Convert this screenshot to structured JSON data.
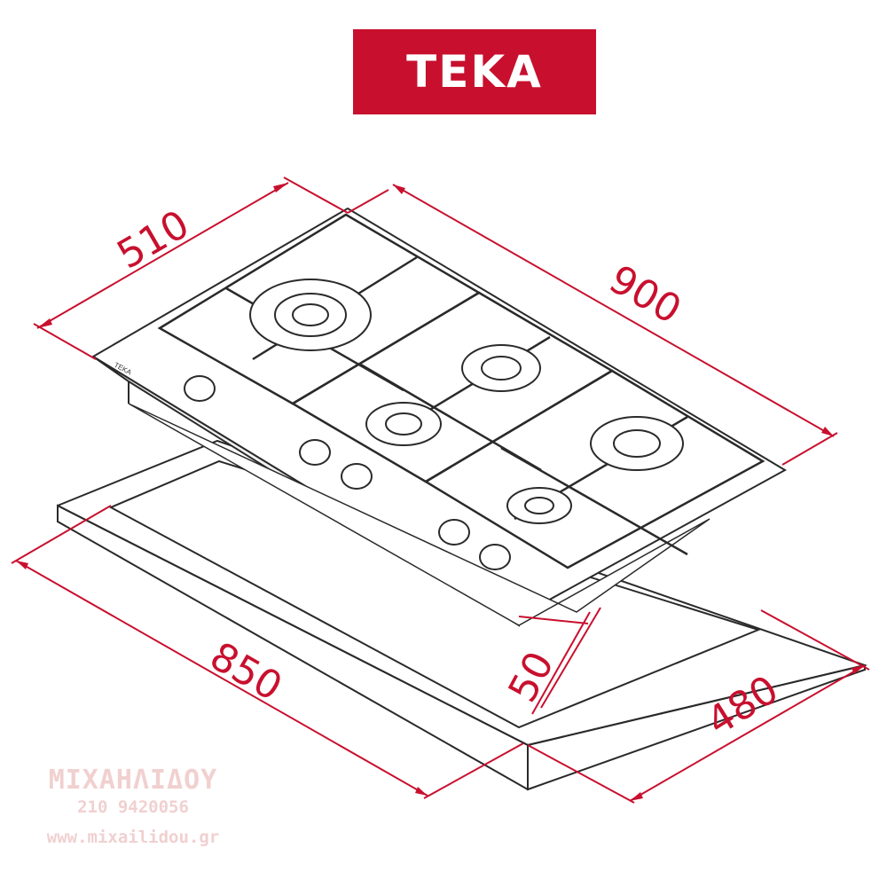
{
  "brand": {
    "name": "TEKA",
    "color": "#c8102e"
  },
  "dimensions": {
    "depth": "510",
    "width": "900",
    "cutout_width": "850",
    "height": "50",
    "cutout_depth": "480"
  },
  "watermark": {
    "name": "ΜΙΧΑΗΛΙΔΟΥ",
    "phone": "210 9420056",
    "url": "www.mixailidou.gr"
  }
}
